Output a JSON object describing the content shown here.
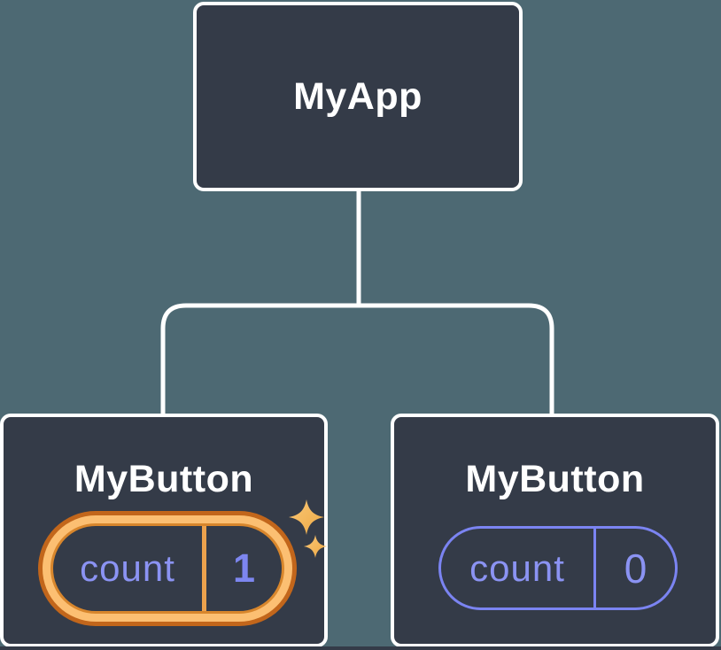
{
  "diagram": {
    "description": "React component tree with state",
    "colors": {
      "background": "#4d6973",
      "node_fill": "#343b48",
      "node_border": "#ffffff",
      "connector": "#ffffff",
      "state_text": "#8b93f3",
      "highlight_ring": "#fcbf72",
      "highlight_ring_edge": "#c2661b",
      "sparkle": "#f6bb62"
    },
    "root": {
      "label": "MyApp"
    },
    "children": [
      {
        "label": "MyButton",
        "state": {
          "key": "count",
          "value": "1"
        },
        "highlighted": true,
        "icon": "sparkle-icon"
      },
      {
        "label": "MyButton",
        "state": {
          "key": "count",
          "value": "0"
        },
        "highlighted": false
      }
    ]
  }
}
